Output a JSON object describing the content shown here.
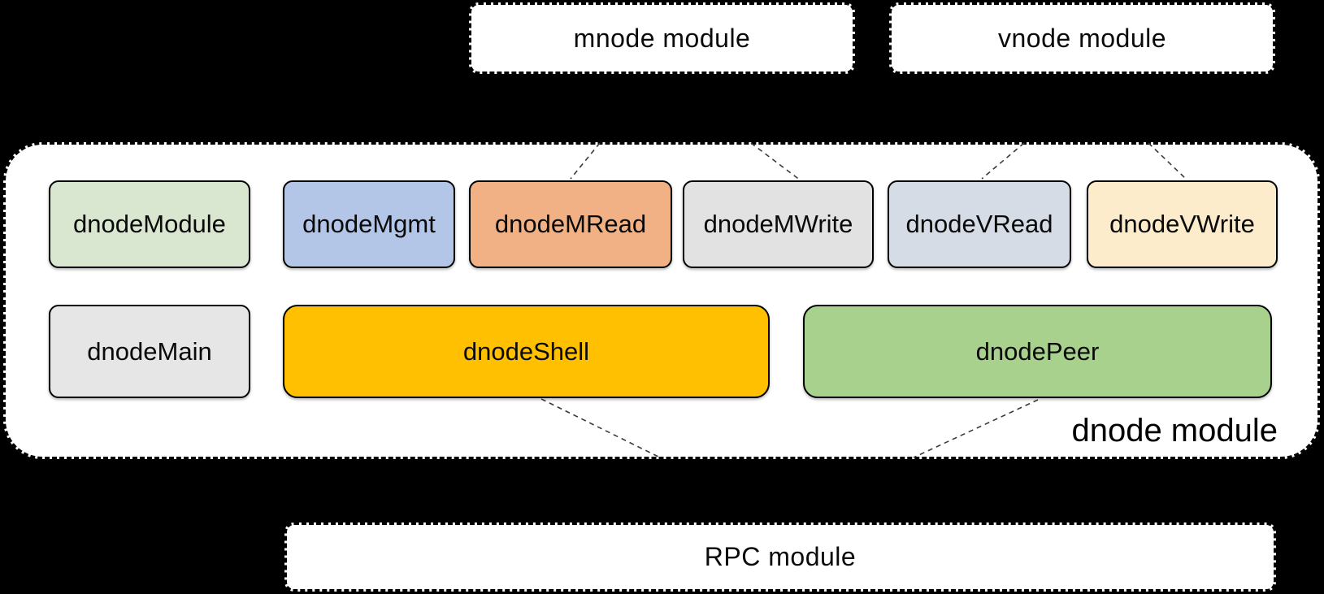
{
  "page": {
    "background": "#000000"
  },
  "modules": {
    "mnode": {
      "label": "mnode module"
    },
    "vnode": {
      "label": "vnode module"
    },
    "rpc": {
      "label": "RPC module"
    }
  },
  "dnode": {
    "caption": "dnode module",
    "boxes": {
      "dnodeModule": {
        "label": "dnodeModule",
        "fill": "#d9e7d0"
      },
      "dnodeMgmt": {
        "label": "dnodeMgmt",
        "fill": "#b3c6e7"
      },
      "dnodeMRead": {
        "label": "dnodeMRead",
        "fill": "#f2b184"
      },
      "dnodeMWrite": {
        "label": "dnodeMWrite",
        "fill": "#e2e2e2"
      },
      "dnodeVRead": {
        "label": "dnodeVRead",
        "fill": "#d6dce5"
      },
      "dnodeVWrite": {
        "label": "dnodeVWrite",
        "fill": "#fceccb"
      },
      "dnodeMain": {
        "label": "dnodeMain",
        "fill": "#e7e6e6"
      },
      "dnodeShell": {
        "label": "dnodeShell",
        "fill": "#fec000"
      },
      "dnodePeer": {
        "label": "dnodePeer",
        "fill": "#a9d18e"
      }
    },
    "edges": [
      {
        "from": "mnode module",
        "to": "dnodeMRead"
      },
      {
        "from": "mnode module",
        "to": "dnodeMWrite"
      },
      {
        "from": "vnode module",
        "to": "dnodeVRead"
      },
      {
        "from": "vnode module",
        "to": "dnodeVWrite"
      },
      {
        "from": "dnodeShell",
        "to": "RPC module"
      },
      {
        "from": "dnodePeer",
        "to": "RPC module"
      }
    ]
  },
  "styles": {
    "container_fill": "#ffffff",
    "border_color": "#000000",
    "connector_color": "#3a3a3a"
  }
}
